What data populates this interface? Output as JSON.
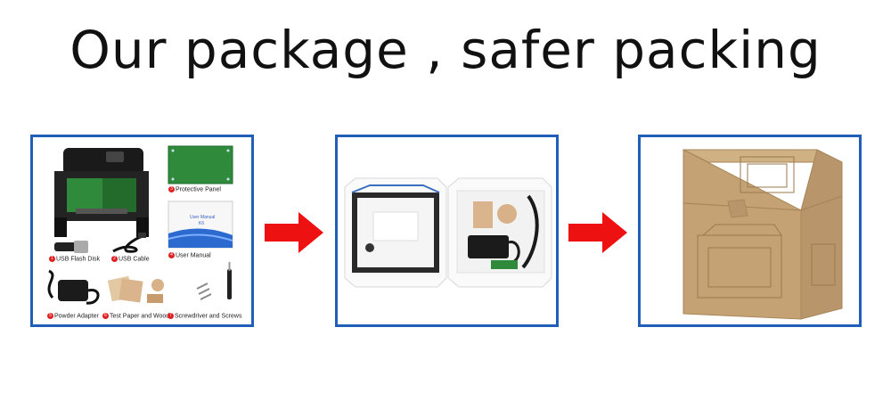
{
  "headline": "Our package , safer packing",
  "items": [
    {
      "num": "1",
      "label": "USB Flash Disk"
    },
    {
      "num": "2",
      "label": "USB Cable"
    },
    {
      "num": "3",
      "label": "Protective Panel"
    },
    {
      "num": "4",
      "label": "User Manual"
    },
    {
      "num": "5",
      "label": "Powder Adapter"
    },
    {
      "num": "6",
      "label": "Test Paper and Wood"
    },
    {
      "num": "7",
      "label": "Screwdriver and Screws"
    }
  ],
  "manual": {
    "title": "User Manual",
    "model": "K6"
  },
  "colors": {
    "frame": "#1f5fb8",
    "arrow": "#ee1111",
    "cardboard": "#c8a779",
    "panel": "#2f8a3c"
  }
}
